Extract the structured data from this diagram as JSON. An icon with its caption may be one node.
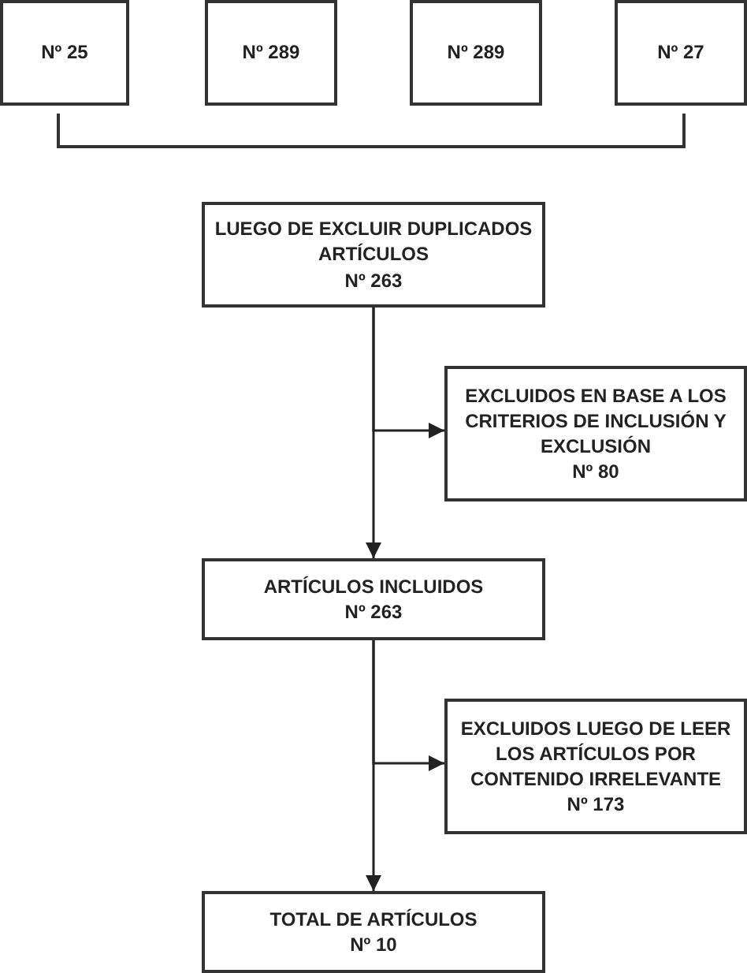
{
  "diagram": {
    "nodes": [
      {
        "text": [
          "Nº 25"
        ]
      },
      {
        "text": [
          "Nº 289"
        ]
      },
      {
        "text": [
          "Nº 289"
        ]
      },
      {
        "text": [
          "Nº 27"
        ]
      },
      {
        "text": [
          "LUEGO DE EXCLUIR DUPLICADOS ARTÍCULOS",
          "Nº 263"
        ]
      },
      {
        "text": [
          "EXCLUIDOS EN BASE A LOS CRITERIOS DE INCLUSIÓN Y EXCLUSIÓN",
          "Nº 80"
        ]
      },
      {
        "text": [
          "ARTÍCULOS INCLUIDOS",
          "Nº 263"
        ]
      },
      {
        "text": [
          "EXCLUIDOS LUEGO DE LEER LOS ARTÍCULOS POR CONTENIDO IRRELEVANTE",
          "Nº 173"
        ]
      },
      {
        "text": [
          "TOTAL DE ARTÍCULOS",
          "Nº 10"
        ]
      }
    ],
    "edges": [
      {
        "from": 4,
        "to": 5,
        "arrow": "to"
      },
      {
        "from": 4,
        "to": 6,
        "arrow": "to"
      },
      {
        "from": 6,
        "to": 7,
        "arrow": "to"
      },
      {
        "from": 6,
        "to": 8,
        "arrow": "to"
      }
    ]
  }
}
